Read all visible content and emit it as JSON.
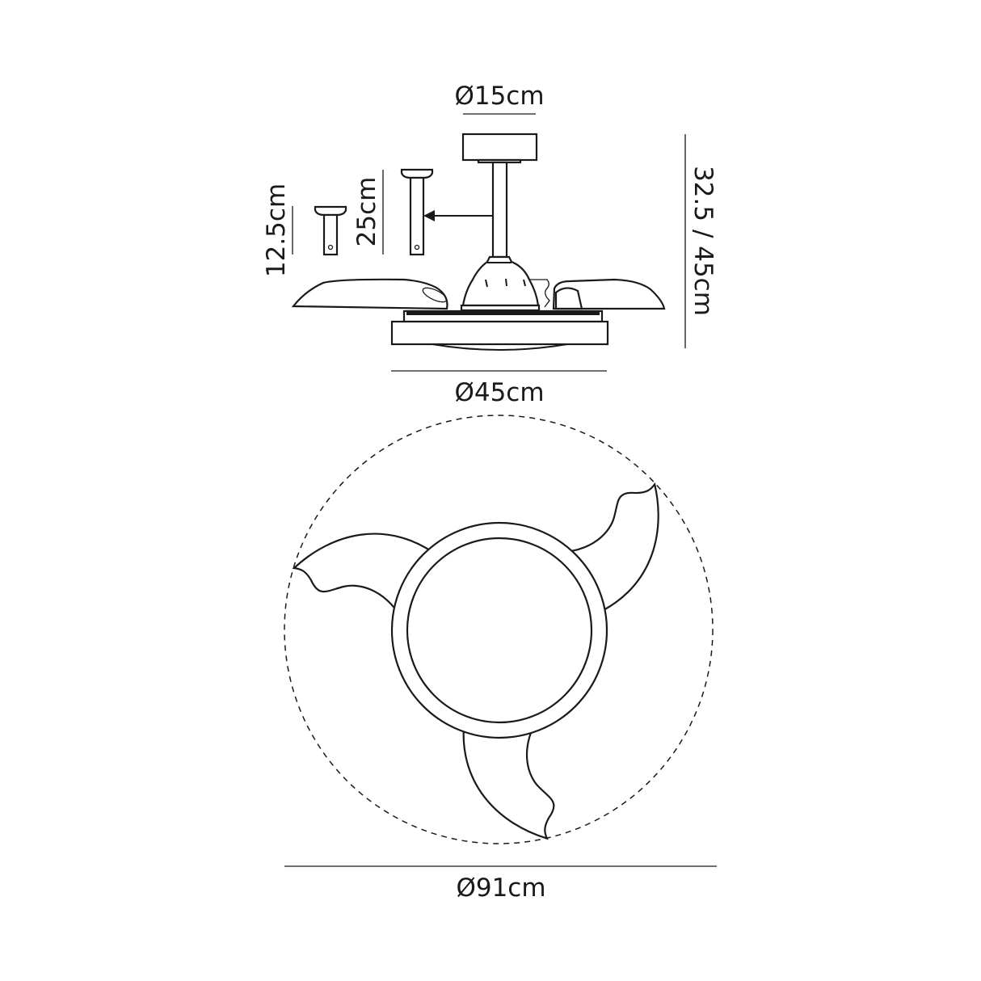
{
  "side_view": {
    "dimensions": {
      "canopy_diameter": "Ø15cm",
      "short_downrod": "12.5cm",
      "long_downrod": "25cm",
      "height": "32.5 / 45cm",
      "body_diameter": "Ø45cm"
    }
  },
  "bottom_view": {
    "dimensions": {
      "blade_span": "Ø91cm"
    },
    "blade_count": 3
  },
  "colors": {
    "line": "#1a1a1a",
    "background": "#ffffff"
  }
}
